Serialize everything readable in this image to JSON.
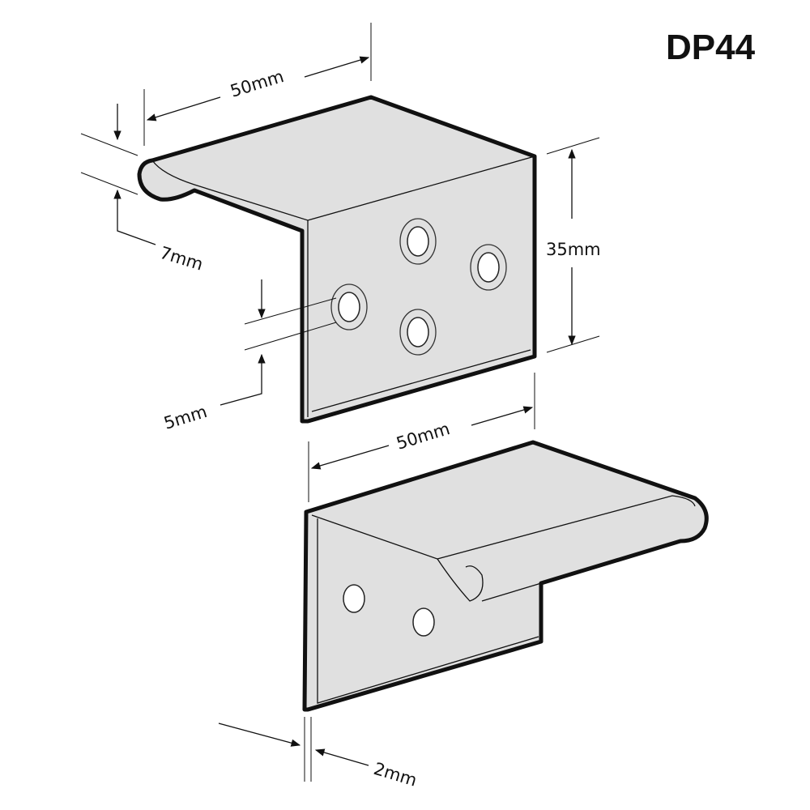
{
  "title": "DP44",
  "dimensions": {
    "top_width": "50mm",
    "lip": "7mm",
    "height": "35mm",
    "hole": "5mm",
    "bottom_width": "50mm",
    "thickness": "2mm"
  },
  "colors": {
    "metal": "#e0e0e0",
    "outline": "#111111",
    "hole": "#ffffff"
  }
}
